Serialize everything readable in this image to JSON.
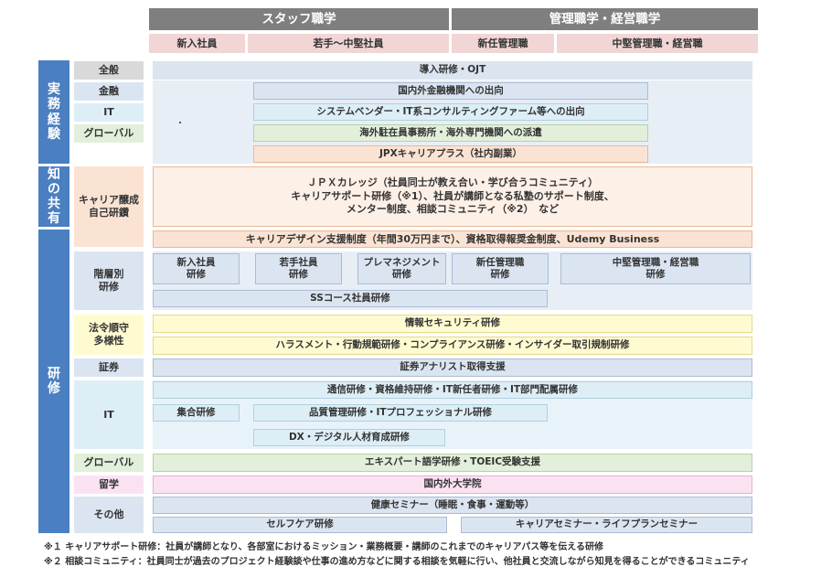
{
  "headers": {
    "staff": "スタッフ職学",
    "management": "管理職学・経営職学",
    "cols": [
      "新入社員",
      "若手～中堅社員",
      "新任管理職",
      "中堅管理職・経営職"
    ]
  },
  "sections": {
    "experience": "実\n務\n経\n験",
    "knowledge": "知\nの\n共\n有",
    "training": "研\n修"
  },
  "categories": {
    "general": "全般",
    "finance": "金融",
    "it": "IT",
    "global": "グローバル",
    "career": "キャリア醸成\n自己研鑽",
    "rank": "階層別\n研修",
    "compliance": "法令順守\n多様性",
    "securities": "証券",
    "it2": "IT",
    "global2": "グローバル",
    "study_abroad": "留学",
    "other": "その他"
  },
  "items": {
    "ojt": "導入研修・OJT",
    "finance_secondment": "国内外金融機関への出向",
    "it_secondment": "システムベンダー・IT系コンサルティングファーム等への出向",
    "overseas": "海外駐在員事務所・海外専門機関への派遣",
    "side_job": "JPXキャリアプラス（社内副業）",
    "college": "ＪＰＸカレッジ（社員同士が教え合い・学び合うコミュニティ）\nキャリアサポート研修（※1）、社員が講師となる私塾のサポート制度、\nメンター制度、相談コミュニティ（※2）　など",
    "career_design": "キャリアデザイン支援制度（年間30万円まで）、資格取得報奨金制度、Udemy Business",
    "rank_new": "新入社員\n研修",
    "rank_young": "若手社員\n研修",
    "rank_pre": "プレマネジメント\n研修",
    "rank_new_mgr": "新任管理職\n研修",
    "rank_mid_mgr": "中堅管理職・経営職\n研修",
    "ss_course": "SSコース社員研修",
    "info_security": "情報セキュリティ研修",
    "harassment": "ハラスメント・行動規範研修・コンプライアンス研修・インサイダー取引規制研修",
    "analyst": "証券アナリスト取得支援",
    "it_comm": "通信研修・資格維持研修・IT新任者研修・IT部門配属研修",
    "group": "集合研修",
    "quality": "品質管理研修・ITプロフェッショナル研修",
    "dx": "DX・デジタル人材育成研修",
    "language": "エキスパート語学研修・TOEIC受験支援",
    "grad_school": "国内外大学院",
    "health": "健康セミナー（睡眠・食事・運動等）",
    "selfcare": "セルフケア研修",
    "career_seminar": "キャリアセミナー・ライフプランセミナー"
  },
  "notes": [
    "※１ キャリアサポート研修：社員が講師となり、各部室におけるミッション・業務概要・講師のこれまでのキャリアパス等を伝える研修",
    "※２ 相談コミュニティ：社員同士が過去のプロジェクト経験談や仕事の進め方などに関する相談を気軽に行い、他社員と交流しながら知見を得ることができるコミュニティ"
  ]
}
